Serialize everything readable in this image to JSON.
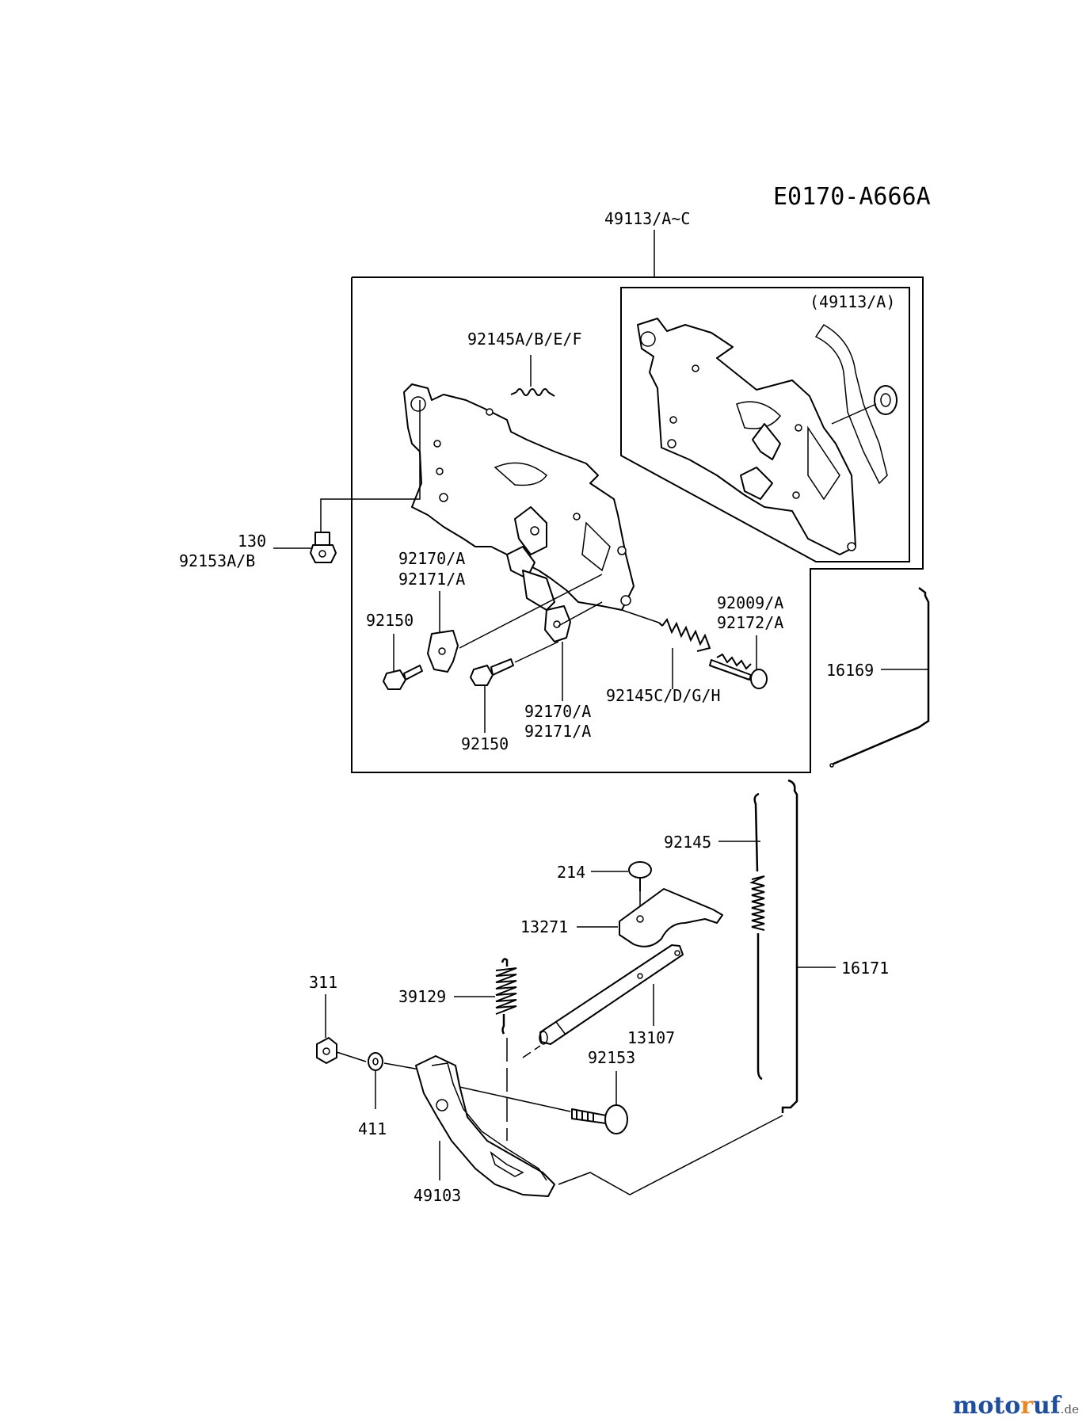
{
  "diagram": {
    "code": "E0170-A666A",
    "labels": {
      "assembly": "49113/A~C",
      "inset": "(49113/A)",
      "spring_top": "92145A/B/E/F",
      "bolt_130": "130",
      "bolt_92153ab": "92153A/B",
      "clip_upper_a": "92170/A",
      "clip_upper_b": "92171/A",
      "screw_left": "92150",
      "screw_mid": "92150",
      "clip_lower_a": "92170/A",
      "clip_lower_b": "92171/A",
      "spring_mid": "92145C/D/G/H",
      "screw_right_a": "92009/A",
      "screw_right_b": "92172/A",
      "rod_16169": "16169",
      "spring_92145": "92145",
      "bolt_214": "214",
      "plate_13271": "13271",
      "rod_16171": "16171",
      "spring_39129": "39129",
      "nut_311": "311",
      "shaft_13107": "13107",
      "pin_92153": "92153",
      "washer_411": "411",
      "lever_49103": "49103"
    }
  },
  "watermark": {
    "part1": "moto",
    "part2": "r",
    "part3": "uf",
    "suffix": ".de"
  }
}
